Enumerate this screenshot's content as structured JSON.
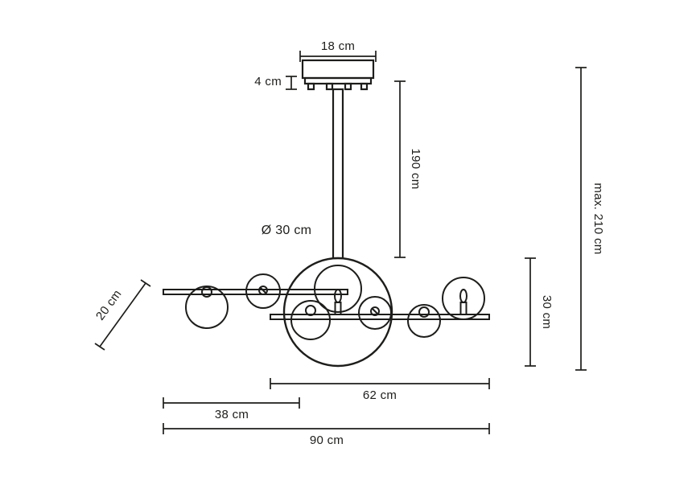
{
  "diagram": {
    "labels": {
      "canopy_width": "18 cm",
      "canopy_height": "4 cm",
      "rod_length": "190 cm",
      "max_height": "max. 210 cm",
      "ring_diameter": "Ø 30 cm",
      "fixture_height": "30 cm",
      "depth": "20 cm",
      "lower_bar_length": "62 cm",
      "upper_bar_length": "38 cm",
      "total_width": "90 cm"
    },
    "colors": {
      "line": "#1d1d1b",
      "background": "#ffffff"
    }
  }
}
